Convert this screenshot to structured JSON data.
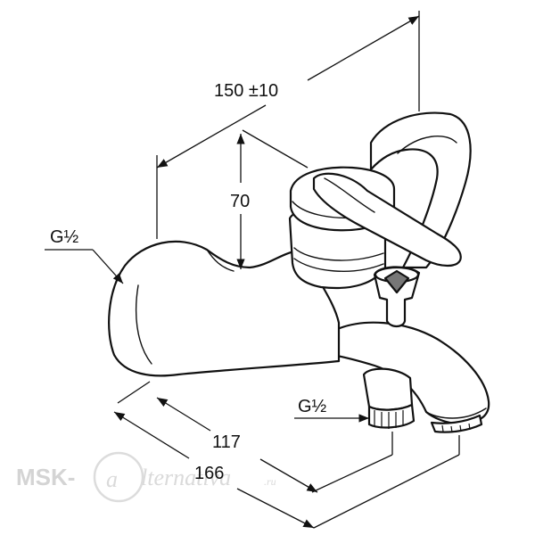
{
  "dimensions": {
    "width_label": "150 ±10",
    "height_label": "70",
    "inlet_thread_label": "G½",
    "outlet_thread_label": "G½",
    "depth_inner_label": "117",
    "depth_outer_label": "166"
  },
  "watermark": {
    "brand_left": "MSK-",
    "brand_right": "lternativa",
    "domain": ".ru"
  }
}
